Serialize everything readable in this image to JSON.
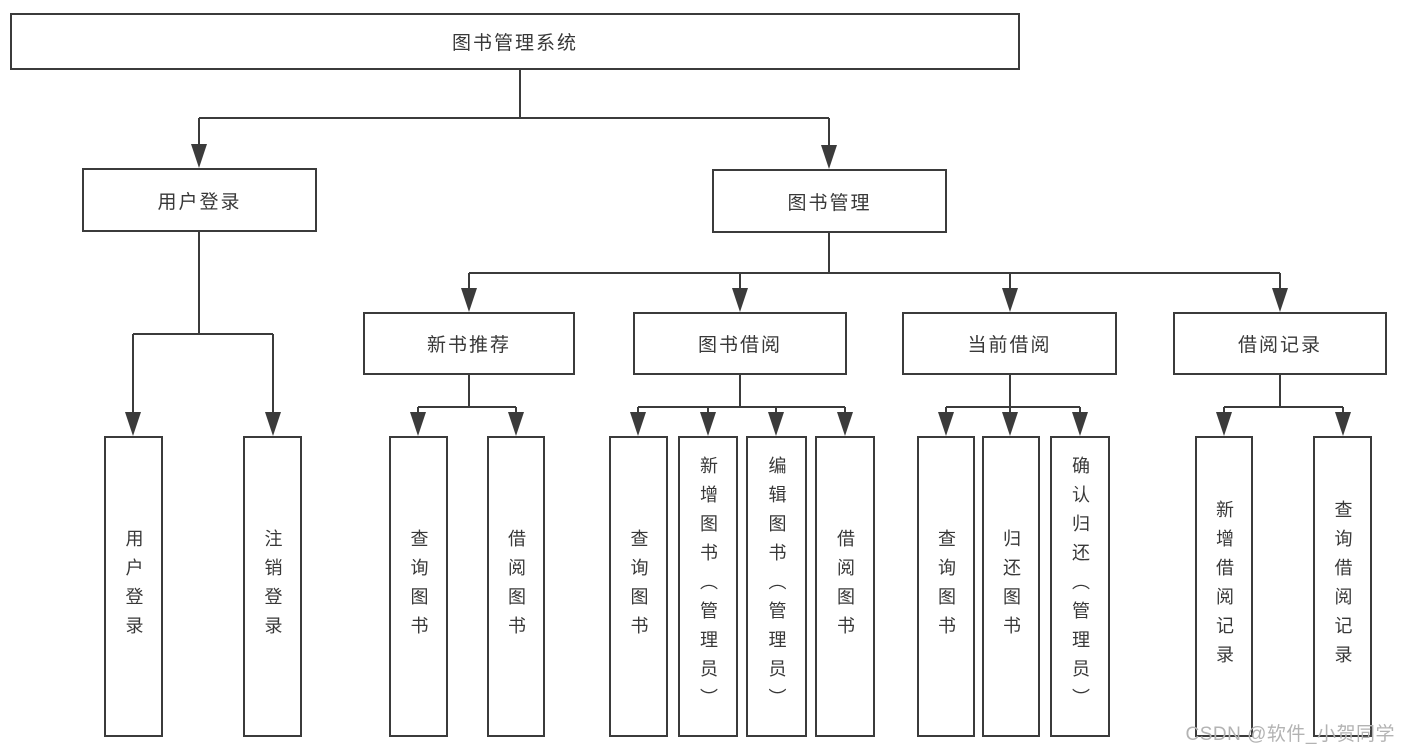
{
  "diagram_title": "图书管理系统",
  "nodes": {
    "root": "图书管理系统",
    "user_login": "用户登录",
    "book_mgmt": "图书管理",
    "new_book_rec": "新书推荐",
    "book_borrow": "图书借阅",
    "current_borrow": "当前借阅",
    "borrow_records": "借阅记录",
    "leaf_user_login": "用户登录",
    "leaf_logout": "注销登录",
    "leaf_query_book_1": "查询图书",
    "leaf_borrow_book_1": "借阅图书",
    "leaf_query_book_2": "查询图书",
    "leaf_add_book": "新增图书（管理员）",
    "leaf_edit_book": "编辑图书（管理员）",
    "leaf_borrow_book_2": "借阅图书",
    "leaf_query_book_3": "查询图书",
    "leaf_return_book": "归还图书",
    "leaf_confirm_return": "确认归还（管理员）",
    "leaf_add_borrow_record": "新增借阅记录",
    "leaf_query_borrow_record": "查询借阅记录"
  },
  "watermark": "CSDN @软件_小贺同学",
  "colors": {
    "line": "#3b3b3b",
    "text": "#383838",
    "watermark": "#b3b3b3",
    "background": "#ffffff"
  }
}
